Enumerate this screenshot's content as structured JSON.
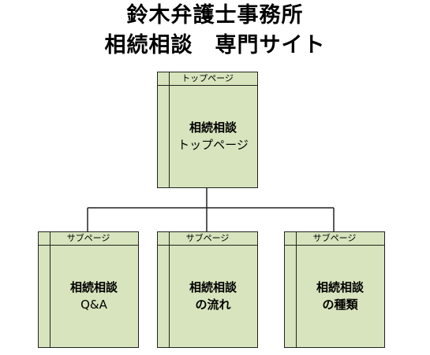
{
  "title": {
    "line1": "鈴木弁護士事務所",
    "line2": "相続相談　専門サイト"
  },
  "top_page": {
    "header": "トップページ",
    "line1": "相続相談",
    "line2": "トップページ"
  },
  "sub_pages": [
    {
      "header": "サブページ",
      "line1": "相続相談",
      "line2": "Q&A"
    },
    {
      "header": "サブページ",
      "line1": "相続相談",
      "line2": "の流れ"
    },
    {
      "header": "サブページ",
      "line1": "相続相談",
      "line2": "の種類"
    }
  ],
  "colors": {
    "box_fill": "#d7e4bd",
    "line": "#222222"
  }
}
